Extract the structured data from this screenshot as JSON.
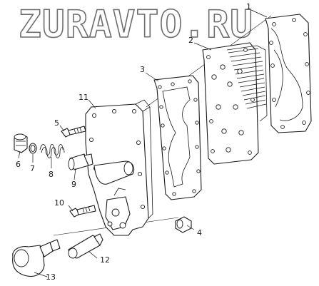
{
  "watermark": {
    "text": "ZURAVTO.RU"
  },
  "callouts": [
    {
      "id": "c1",
      "label": "1"
    },
    {
      "id": "c2",
      "label": "2"
    },
    {
      "id": "c3",
      "label": "3"
    },
    {
      "id": "c4",
      "label": "4"
    },
    {
      "id": "c5",
      "label": "5"
    },
    {
      "id": "c6",
      "label": "6"
    },
    {
      "id": "c7",
      "label": "7"
    },
    {
      "id": "c8",
      "label": "8"
    },
    {
      "id": "c9",
      "label": "9"
    },
    {
      "id": "c10",
      "label": "10"
    },
    {
      "id": "c11",
      "label": "11"
    },
    {
      "id": "c12",
      "label": "12"
    },
    {
      "id": "c13",
      "label": "13"
    }
  ]
}
